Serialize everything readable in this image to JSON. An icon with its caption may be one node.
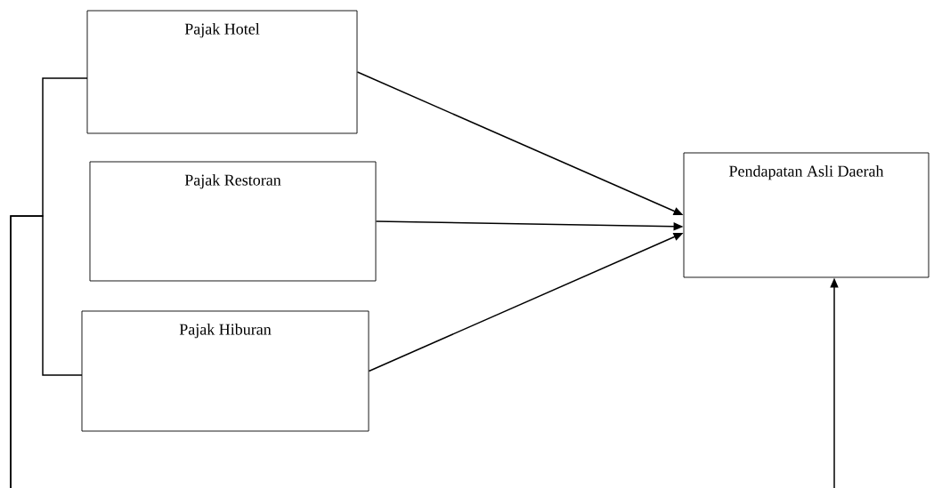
{
  "diagram": {
    "nodes": [
      {
        "text": [
          "Pajak Hotel"
        ]
      },
      {
        "text": [
          "Pajak Restoran"
        ]
      },
      {
        "text": [
          "Pajak Hiburan"
        ]
      },
      {
        "text": [
          "Pendapatan Asli Daerah"
        ]
      }
    ],
    "edges": [
      {
        "from": 0,
        "to": 3,
        "arrow": "to"
      },
      {
        "from": 1,
        "to": 3,
        "arrow": "to"
      },
      {
        "from": 2,
        "to": 3,
        "arrow": "to"
      },
      {
        "from": 0,
        "to": null,
        "arrow": "none"
      },
      {
        "from": 2,
        "to": null,
        "arrow": "none"
      },
      {
        "from": null,
        "to": 3,
        "arrow": "to"
      }
    ]
  }
}
